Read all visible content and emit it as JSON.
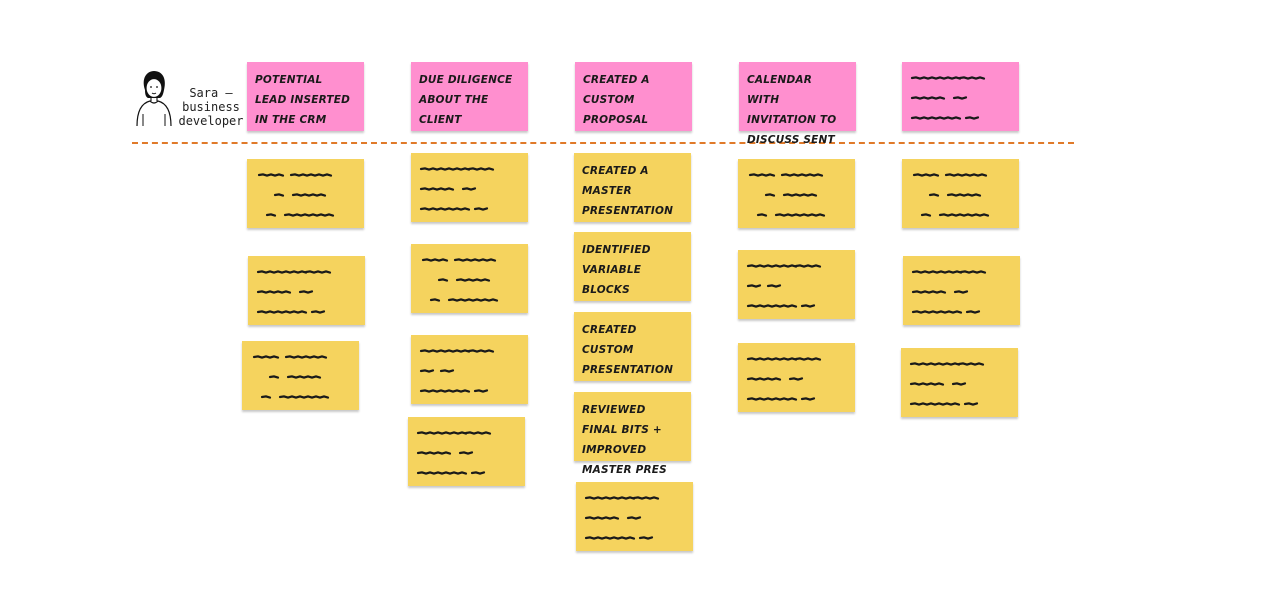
{
  "persona": {
    "name": "Sara –\nbusiness\ndeveloper",
    "icon": "person-avatar-icon"
  },
  "divider": {
    "color": "#e07a2a",
    "style": "dashed"
  },
  "colors": {
    "step_note": "#ff8fcf",
    "detail_note": "#f5d35e"
  },
  "columns": [
    {
      "step": "POTENTIAL LEAD INSERTED IN THE CRM",
      "notes": []
    },
    {
      "step": "DUE DILIGENCE ABOUT THE CLIENT",
      "notes": []
    },
    {
      "step": "CREATED A CUSTOM PROPOSAL",
      "notes": [
        "CREATED A MASTER PRESENTATION",
        "IDENTIFIED VARIABLE BLOCKS",
        "CREATED CUSTOM PRESENTATION",
        "REVIEWED FINAL BITS + IMPROVED MASTER PRES"
      ]
    },
    {
      "step": "CALENDAR WITH INVITATION TO DISCUSS  SENT",
      "notes": []
    },
    {
      "step": "",
      "notes": []
    }
  ]
}
